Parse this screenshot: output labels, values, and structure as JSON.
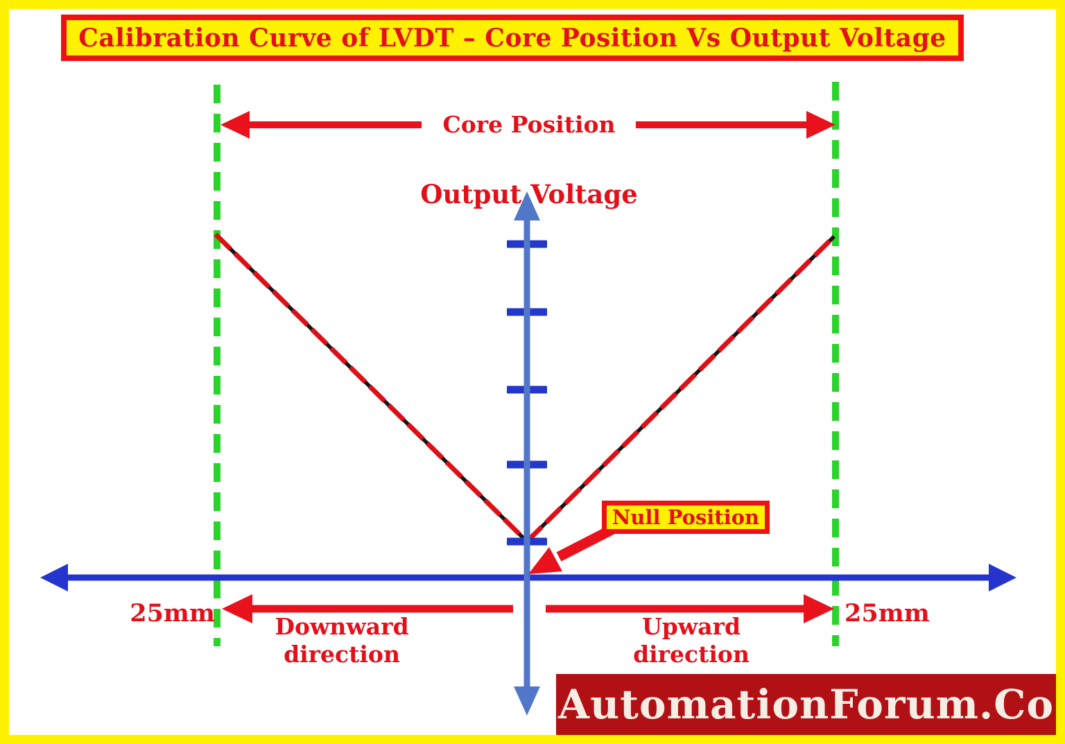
{
  "title": "Calibration Curve of LVDT – Core Position Vs Output Voltage",
  "axes": {
    "x_label": "Core Position",
    "y_label": "Output Voltage"
  },
  "annotations": {
    "null_position": "Null Position",
    "left_range": "25mm",
    "right_range": "25mm",
    "downward": "Downward direction",
    "upward": "Upward direction"
  },
  "watermark": "AutomationForum.Co",
  "colors": {
    "frame_yellow": "#FFF101",
    "label_red": "#E3101A",
    "arrow_red": "#E8111C",
    "curve_red": "#DD1018",
    "curve_dark": "#151515",
    "limit_green": "#2BD42B",
    "axis_blue": "#2434CC",
    "tick_blue": "#2337CB",
    "voltage_axis_slate": "#5377C8",
    "banner_bg": "#B11015",
    "banner_text": "#F6EEE4",
    "box_yellow": "#FFF101",
    "box_border_red": "#EE1111"
  },
  "chart": {
    "type": "line",
    "description": "V-shaped LVDT calibration curve: output voltage magnitude versus core position, zero volts at the null (center) position, rising linearly toward both displacement limits",
    "x_range": [
      "-25mm (downward direction)",
      "+25mm (upward direction)"
    ],
    "y_axis": "Output Voltage (unlabeled ticks, 5 divisions)",
    "series": [
      {
        "name": "downward-displacement-branch",
        "points": [
          [
            "-25mm",
            "max voltage"
          ],
          [
            "0mm",
            "0 (null position)"
          ]
        ]
      },
      {
        "name": "upward-displacement-branch",
        "points": [
          [
            "0mm",
            "0 (null position)"
          ],
          [
            "+25mm",
            "max voltage"
          ]
        ]
      }
    ],
    "null_point": "Null Position at core center (0 mm, 0 V)"
  }
}
